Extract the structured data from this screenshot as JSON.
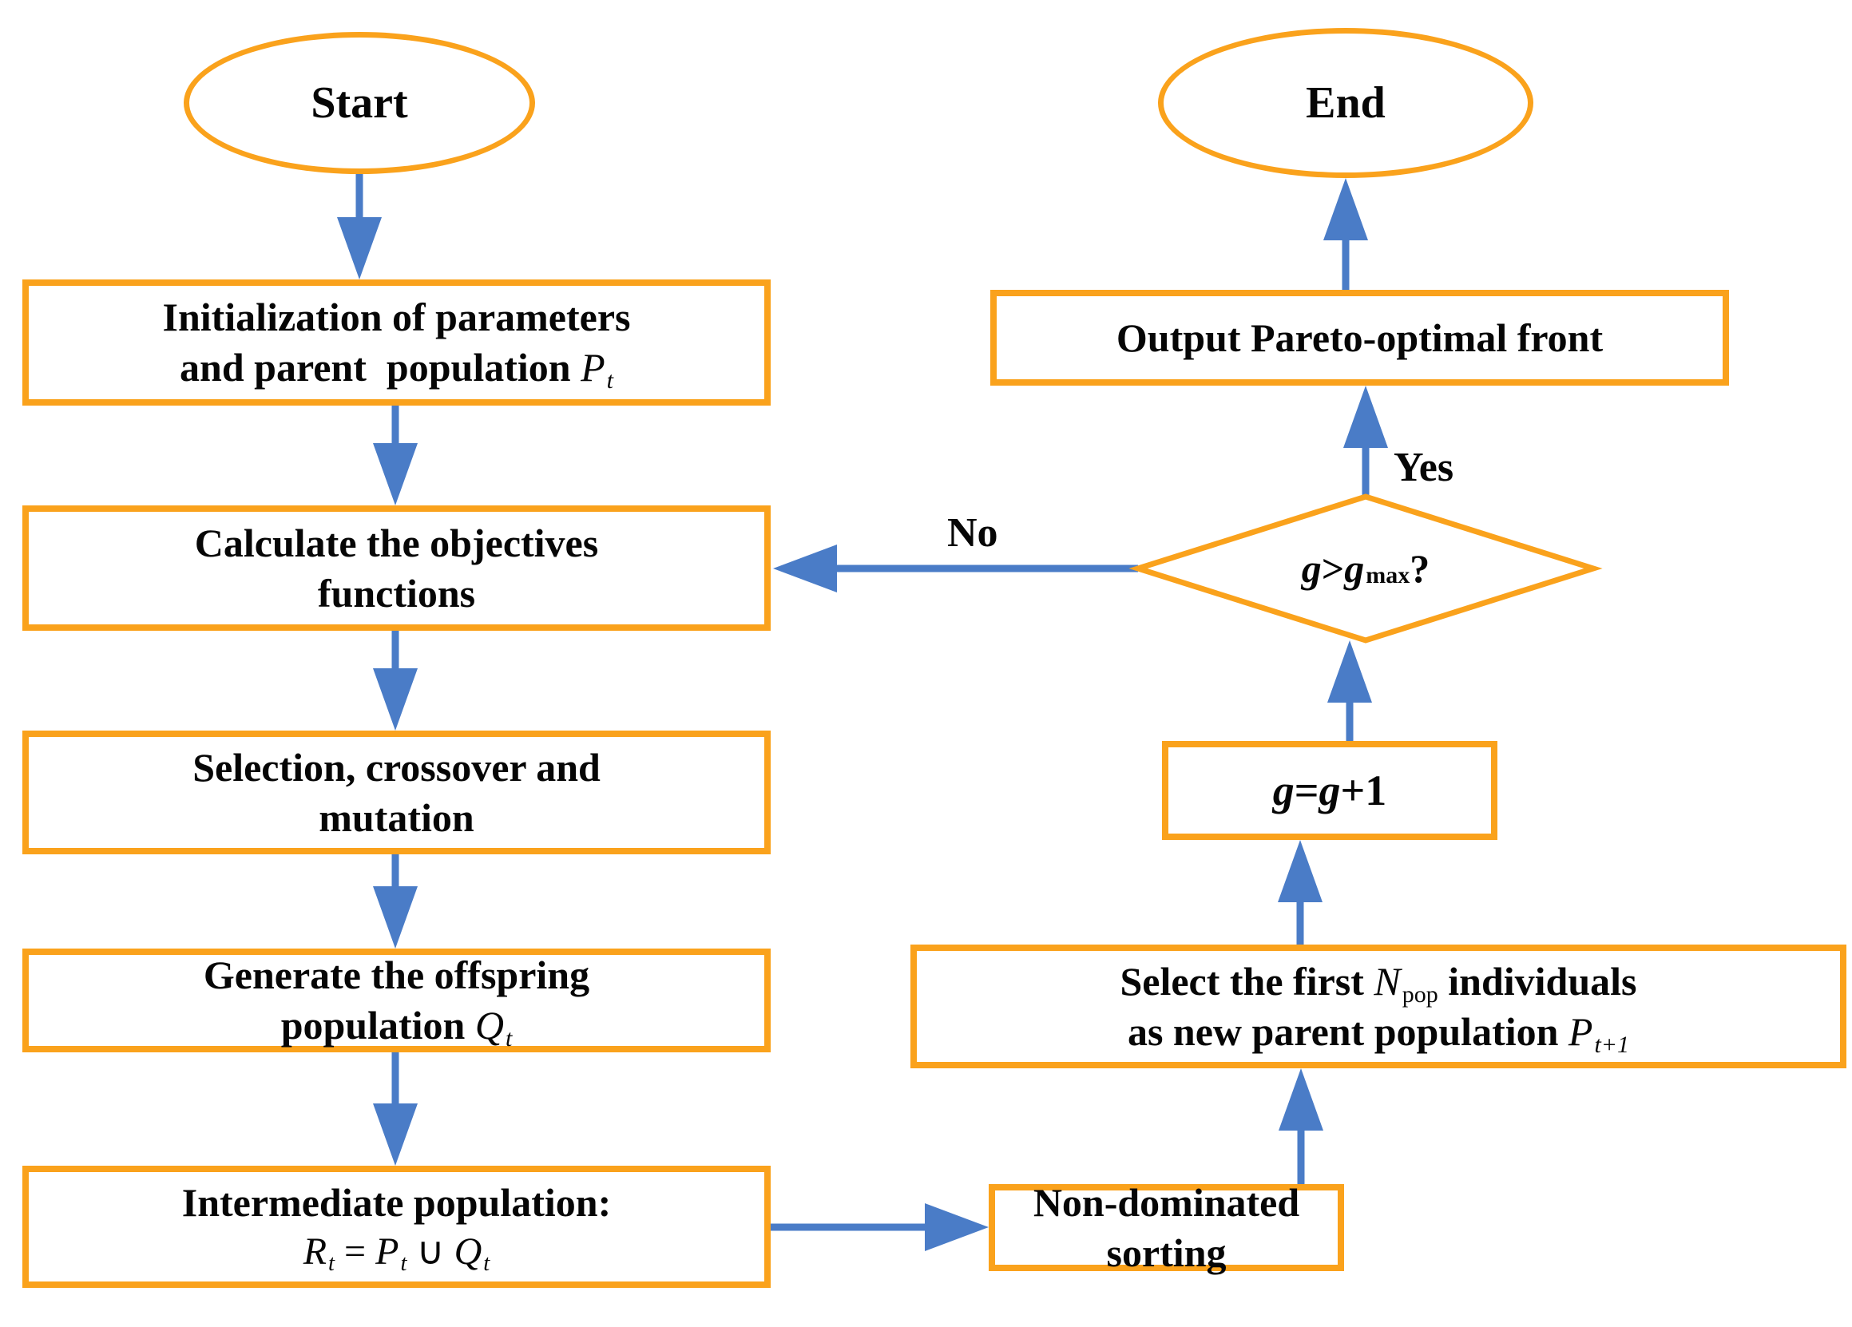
{
  "colors": {
    "outline_orange": "#FAA21C",
    "arrow_blue": "#4A7CC7",
    "text_black": "#060606",
    "background": "#ffffff"
  },
  "nodes": {
    "start": {
      "label": "Start"
    },
    "end": {
      "label": "End"
    },
    "init": {
      "line1": "Initialization of parameters",
      "line2_pre": "and parent  population ",
      "var": "P",
      "sub": "t"
    },
    "calc": {
      "line1": "Calculate the objectives",
      "line2": "functions"
    },
    "selection": {
      "line1": "Selection, crossover and",
      "line2": "mutation"
    },
    "generate": {
      "line1": "Generate the offspring",
      "line2_pre": "population ",
      "var": "Q",
      "sub": "t"
    },
    "intermediate": {
      "line1": "Intermediate population:",
      "formula": {
        "r": "R",
        "r_sub": "t",
        "eq": " = ",
        "p": "P",
        "p_sub": "t",
        "cup": " ∪ ",
        "q": "Q",
        "q_sub": "t"
      }
    },
    "nondominated": {
      "label": "Non-dominated sorting"
    },
    "select": {
      "line1_pre": "Select the first ",
      "n_var": "N",
      "n_sub": "pop",
      "line1_post": " individuals",
      "line2_pre": "as new parent population ",
      "p_var": "P",
      "p_sub": "t+1"
    },
    "increment": {
      "g1": "g",
      "eq": "=",
      "g2": "g",
      "plus": "+1"
    },
    "decision": {
      "g1": "g",
      "gt": ">",
      "g2": "g",
      "sub": "max",
      "question": "?"
    },
    "output": {
      "label": "Output Pareto-optimal front"
    }
  },
  "edges": {
    "yes_label": "Yes",
    "no_label": "No"
  }
}
